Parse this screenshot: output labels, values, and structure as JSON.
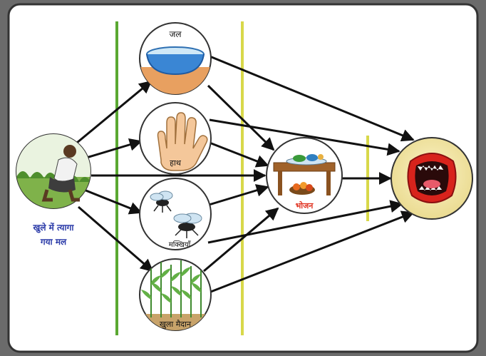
{
  "nodes": {
    "source": {
      "caption_line1": "खुले में त्यागा",
      "caption_line2": "गया मल",
      "caption_color": "#2a3aa8"
    },
    "water": {
      "label": "जल"
    },
    "hands": {
      "label": "हाथ"
    },
    "flies": {
      "label": "मक्खियाँ"
    },
    "field": {
      "label": "खुला मैदान"
    },
    "food": {
      "label": "भोजन",
      "label_color": "#e0301e"
    },
    "mouth": {
      "label": ""
    }
  },
  "colors": {
    "background": "#ffffff",
    "frame": "#333333",
    "barrier_first": "#5aa832",
    "barrier_second_third": "#d8d84a",
    "arrow": "#111111",
    "mouth_disc": "#f2e6a8"
  }
}
